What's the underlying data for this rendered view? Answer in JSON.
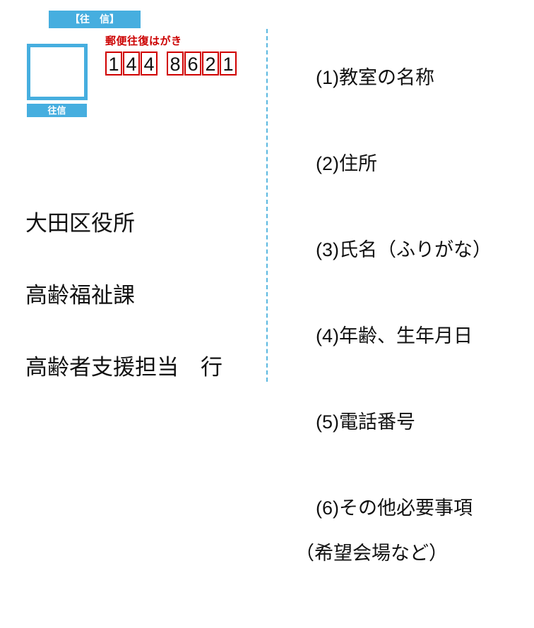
{
  "colors": {
    "accent_blue": "#46AEDF",
    "accent_red": "#CC0000",
    "text": "#111111",
    "background": "#FFFFFF",
    "divider": "#5BB8E0"
  },
  "postcard": {
    "header_banner": "【往　信】",
    "postcard_kind": "郵便往復はがき",
    "zipcode": {
      "group1": [
        "1",
        "4",
        "4"
      ],
      "group2": [
        "8",
        "6",
        "2",
        "1"
      ]
    },
    "stamp_label": "往信",
    "address": {
      "line1": "大田区役所",
      "line2": "高齢福祉課",
      "line3": "高齢者支援担当　行"
    }
  },
  "requirements": {
    "items": [
      {
        "main": "(1)教室の名称",
        "sub": ""
      },
      {
        "main": "(2)住所",
        "sub": ""
      },
      {
        "main": "(3)氏名（ふりがな）",
        "sub": ""
      },
      {
        "main": "(4)年齢、生年月日",
        "sub": ""
      },
      {
        "main": "(5)電話番号",
        "sub": ""
      },
      {
        "main": "(6)その他必要事項",
        "sub": "（希望会場など）"
      }
    ]
  }
}
